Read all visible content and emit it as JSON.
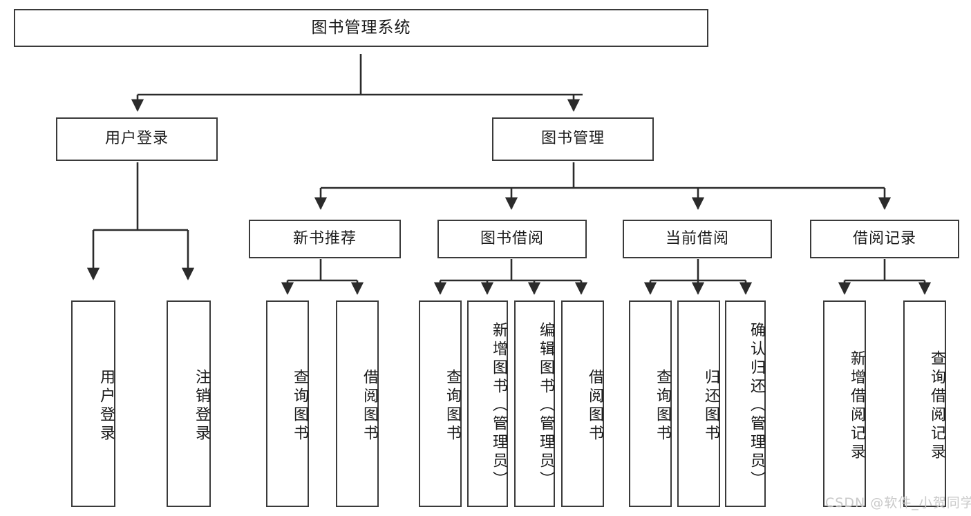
{
  "diagram": {
    "title": "图书管理系统",
    "type": "tree-hierarchy",
    "root": {
      "label": "图书管理系统"
    },
    "level1": [
      {
        "label": "用户登录"
      },
      {
        "label": "图书管理"
      }
    ],
    "level2": [
      {
        "label": "新书推荐"
      },
      {
        "label": "图书借阅"
      },
      {
        "label": "当前借阅"
      },
      {
        "label": "借阅记录"
      }
    ],
    "leaves": {
      "user_login": [
        {
          "label": "用户登录"
        },
        {
          "label": "注销登录"
        }
      ],
      "new_book_recommend": [
        {
          "label": "查询图书"
        },
        {
          "label": "借阅图书"
        }
      ],
      "book_borrow": [
        {
          "label": "查询图书"
        },
        {
          "label": "新增图书（管理员）"
        },
        {
          "label": "编辑图书（管理员）"
        },
        {
          "label": "借阅图书"
        }
      ],
      "current_borrow": [
        {
          "label": "查询图书"
        },
        {
          "label": "归还图书"
        },
        {
          "label": "确认归还（管理员）"
        }
      ],
      "borrow_record": [
        {
          "label": "新增借阅记录"
        },
        {
          "label": "查询借阅记录"
        }
      ]
    },
    "watermark": "CSDN @软件_小贺同学",
    "colors": {
      "stroke": "#3a3a3a",
      "fill": "#ffffff",
      "text": "#1a1a1a",
      "watermark": "#c9c9c9"
    }
  }
}
